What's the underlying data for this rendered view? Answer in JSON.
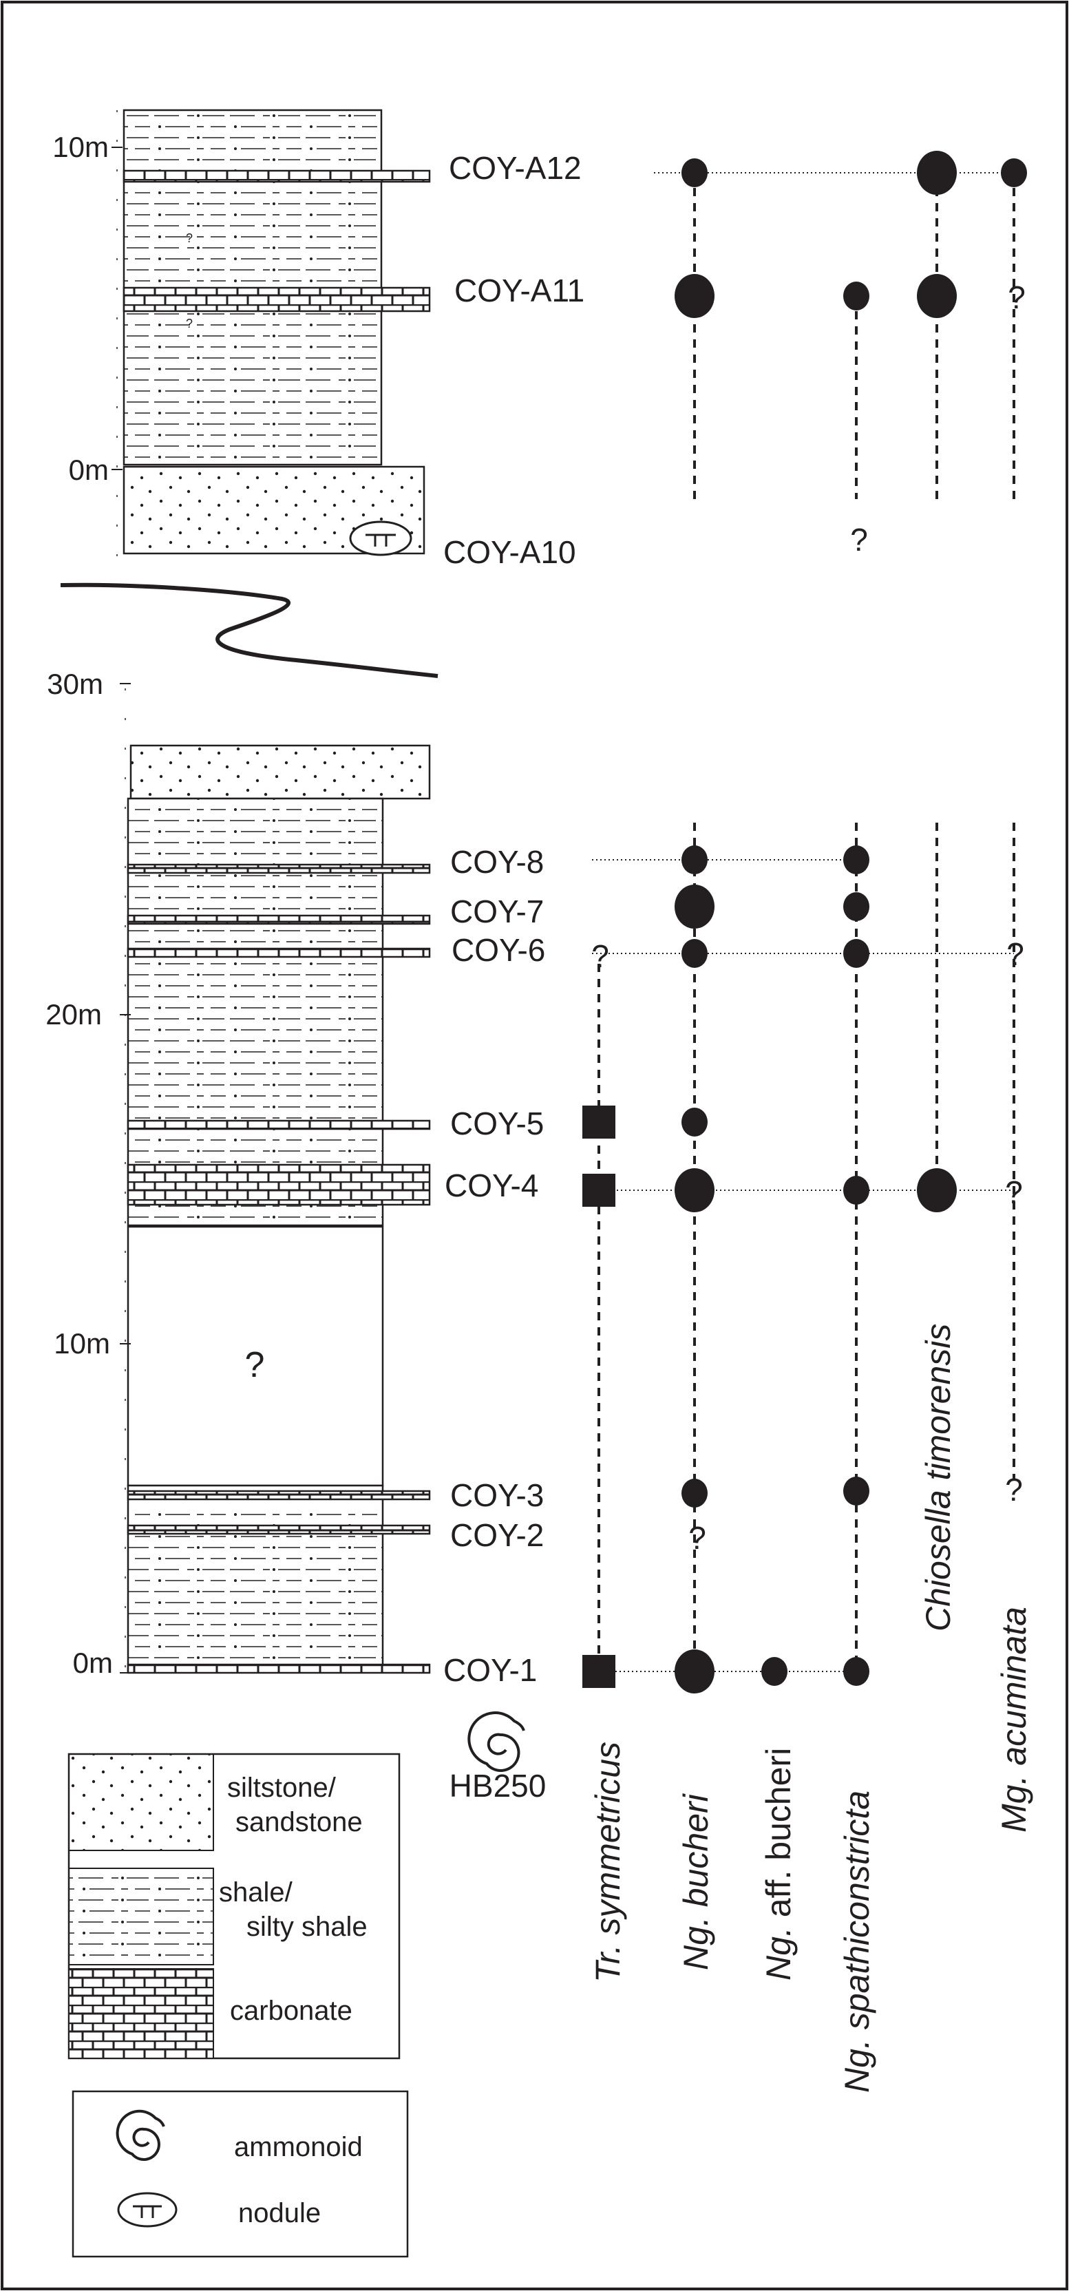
{
  "upper_section": {
    "scale_labels": [
      "10m",
      "0m"
    ],
    "samples": [
      "COY-A12",
      "COY-A11",
      "COY-A10"
    ]
  },
  "lower_section": {
    "scale_labels": [
      "30m",
      "20m",
      "10m",
      "0m"
    ],
    "samples": [
      "COY-8",
      "COY-7",
      "COY-6",
      "COY-5",
      "COY-4",
      "COY-3",
      "COY-2",
      "COY-1"
    ],
    "gap_mark": "?"
  },
  "ammonoid": {
    "label": "HB250"
  },
  "taxa": [
    {
      "genus": "Tr.",
      "species": "symmetricus"
    },
    {
      "genus": "Ng.",
      "species": "bucheri"
    },
    {
      "genus": "Ng.",
      "species": "aff. bucheri"
    },
    {
      "genus": "Ng.",
      "species": "spathiconstricta"
    },
    {
      "genus": "",
      "species": "Chiosella timorensis"
    },
    {
      "genus": "Mg.",
      "species": "acuminata"
    }
  ],
  "unknown_mark": "?",
  "legend_lithology": {
    "siltstone": [
      "siltstone/",
      "sandstone"
    ],
    "shale": [
      "shale/",
      "silty shale"
    ],
    "carbonate": "carbonate"
  },
  "legend_symbols": {
    "ammonoid": "ammonoid",
    "nodule": "nodule"
  }
}
